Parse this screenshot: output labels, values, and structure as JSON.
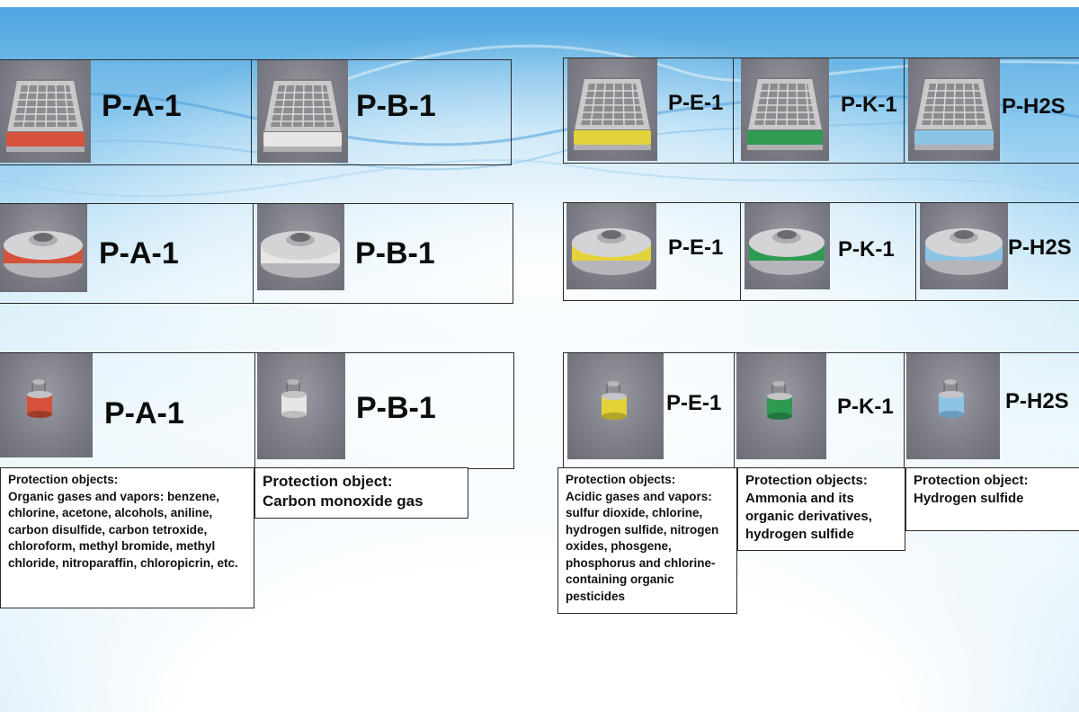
{
  "colors": {
    "orange": "#d6523a",
    "white_band": "#e8e6e4",
    "yellow": "#e4d23a",
    "green": "#2e9a52",
    "blue": "#8cc4e6"
  },
  "rows": [
    {
      "label_left_1": "P-A-1",
      "label_left_2": "P-B-1",
      "label_right_1": "P-E-1",
      "label_right_2": "P-K-1",
      "label_right_3": "P-H2S"
    },
    {
      "label_left_1": "P-A-1",
      "label_left_2": "P-B-1",
      "label_right_1": "P-E-1",
      "label_right_2": "P-K-1",
      "label_right_3": "P-H2S"
    },
    {
      "label_left_1": "P-A-1",
      "label_left_2": "P-B-1",
      "label_right_1": "P-E-1",
      "label_right_2": "P-K-1",
      "label_right_3": "P-H2S"
    }
  ],
  "descriptions": {
    "a": "Protection objects:\nOrganic gases and vapors: benzene, chlorine, acetone, alcohols, aniline, carbon disulfide, carbon tetroxide, chloroform, methyl bromide, methyl chloride, nitroparaffin, chloropicrin, etc.",
    "b": "Protection object:\nCarbon monoxide gas",
    "e": "Protection objects:\nAcidic gases and vapors: sulfur dioxide, chlorine, hydrogen sulfide, nitrogen oxides, phosgene, phosphorus and chlorine-containing organic pesticides",
    "k": "Protection objects:\nAmmonia and its organic derivatives, hydrogen sulfide",
    "h2s": "Protection object:\nHydrogen sulfide"
  }
}
